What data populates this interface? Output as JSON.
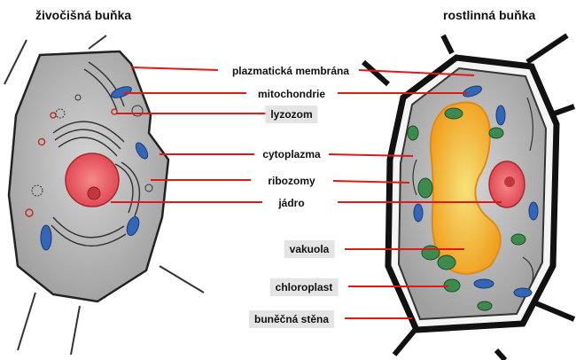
{
  "titles": {
    "animal": "živočišná buňka",
    "plant": "rostlinná buňka"
  },
  "labels": [
    {
      "id": "plasma-membrane",
      "text": "plazmatická membrána",
      "boxed": false
    },
    {
      "id": "mitochondria",
      "text": "mitochondrie",
      "boxed": false
    },
    {
      "id": "lysosome",
      "text": "lyzozom",
      "boxed": true
    },
    {
      "id": "cytoplasm",
      "text": "cytoplazma",
      "boxed": false
    },
    {
      "id": "ribosomes",
      "text": "ribozomy",
      "boxed": false
    },
    {
      "id": "nucleus",
      "text": "jádro",
      "boxed": false
    },
    {
      "id": "vacuole",
      "text": "vakuola",
      "boxed": true
    },
    {
      "id": "chloroplast",
      "text": "chloroplast",
      "boxed": true
    },
    {
      "id": "cell-wall",
      "text": "buněčná stěna",
      "boxed": true
    }
  ],
  "colors": {
    "leader_line": "#e01818",
    "nucleus": "#e8505a",
    "mitochondrion": "#3565b5",
    "chloroplast": "#3e8a4e",
    "vacuole": "#f2c02c",
    "cytoplasm": "#b9b9b9",
    "label_box": "#e4e4e4"
  }
}
